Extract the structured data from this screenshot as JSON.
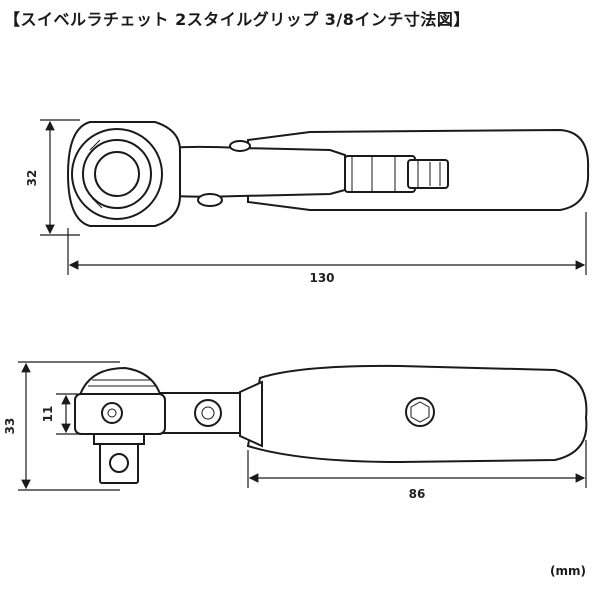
{
  "title": "【スイベルラチェット 2スタイルグリップ 3/8インチ寸法図】",
  "unit": "(mm)",
  "top_view": {
    "height_label": "32",
    "length_label": "130"
  },
  "side_view": {
    "height_label": "33",
    "head_label": "11",
    "grip_length_label": "86"
  }
}
